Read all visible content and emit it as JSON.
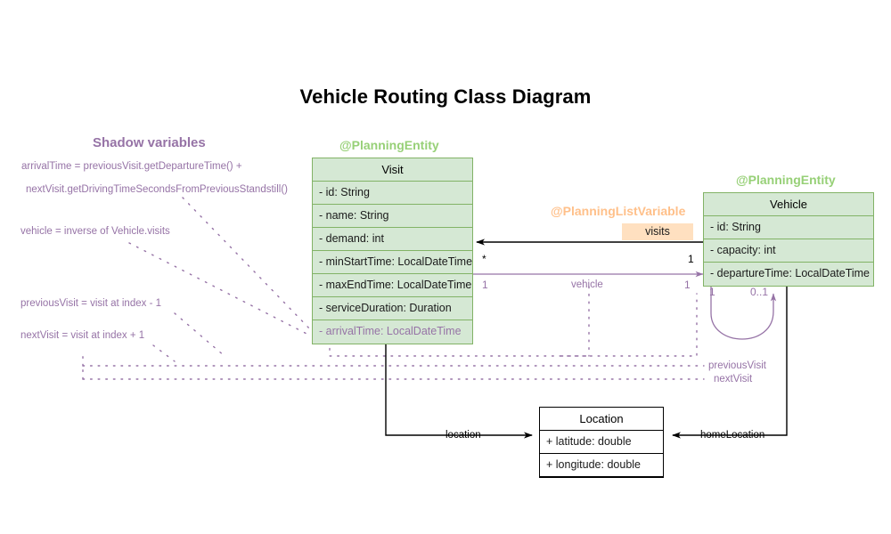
{
  "diagram": {
    "title": "Vehicle Routing Class Diagram",
    "background": "#ffffff",
    "colors": {
      "entity_fill": "#d5e8d4",
      "entity_stroke": "#82b366",
      "stereotype_entity": "#97d077",
      "stereotype_list_variable": "#ffc08a",
      "shadow_purple": "#9673a6",
      "plain_stroke": "#000000",
      "visits_chip_fill": "#ffe0c0"
    }
  },
  "stereotypes": {
    "visit_entity": "@PlanningEntity",
    "vehicle_entity": "@PlanningEntity",
    "list_variable": "@PlanningListVariable"
  },
  "classes": {
    "visit": {
      "name": "Visit",
      "attributes": [
        "- id: String",
        "- name: String",
        "- demand: int",
        "- minStartTime: LocalDateTime",
        "- maxEndTime: LocalDateTime",
        "- serviceDuration: Duration",
        "- arrivalTime: LocalDateTime"
      ],
      "shadow_attribute_indexes": [
        6
      ]
    },
    "vehicle": {
      "name": "Vehicle",
      "attributes": [
        "- id: String",
        "- capacity: int",
        "- departureTime: LocalDateTime"
      ],
      "shadow_attribute_indexes": []
    },
    "location": {
      "name": "Location",
      "attributes": [
        "+ latitude: double",
        "+ longitude: double"
      ],
      "shadow_attribute_indexes": []
    }
  },
  "shadow_panel": {
    "heading": "Shadow variables",
    "notes": [
      "arrivalTime = previousVisit.getDepartureTime() +",
      "nextVisit.getDrivingTimeSecondsFromPreviousStandstill()",
      "vehicle = inverse of Vehicle.visits",
      "previousVisit = visit at index - 1",
      "nextVisit = visit at index + 1"
    ]
  },
  "associations": {
    "visits": {
      "label": "visits",
      "source_multiplicity": "1",
      "target_multiplicity": "*"
    },
    "vehicle": {
      "label": "vehicle",
      "source_multiplicity": "1",
      "target_multiplicity": "1"
    },
    "self_loop": {
      "source_multiplicity": "1",
      "target_multiplicity": "0..1"
    },
    "previous_visit": {
      "label": "previousVisit"
    },
    "next_visit": {
      "label": "nextVisit"
    },
    "location": {
      "label": "location"
    },
    "home_location": {
      "label": "homeLocation"
    }
  }
}
